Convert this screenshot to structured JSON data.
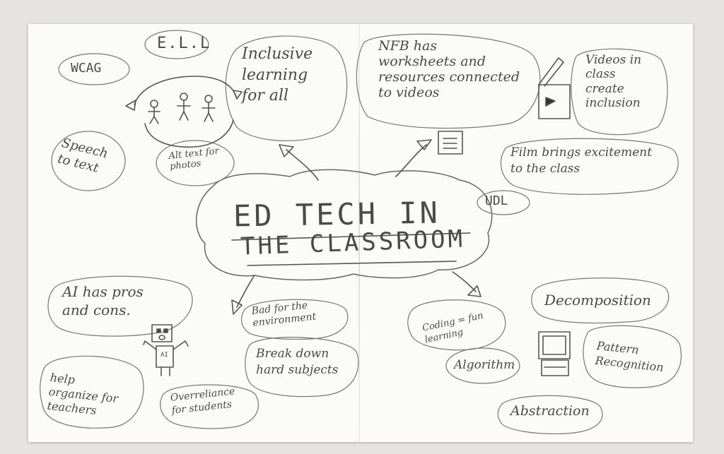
{
  "central_topic": {
    "line1": "ED TECH IN",
    "line2": "THE CLASSROOM"
  },
  "notes": {
    "wcag": "WCAG",
    "ell": "E.L.L",
    "inclusive": "Inclusive\nlearning\nfor all",
    "speech": "Speech\nto text",
    "alt_text": "Alt text for\nphotos",
    "nfb": "NFB has\nworksheets and\nresources connected\nto videos",
    "videos": "Videos in\nclass\ncreate\ninclusion",
    "film": "Film brings excitement\nto the class",
    "udl": "UDL",
    "ai_pros": "AI has pros\nand cons.",
    "help": "help\norganize for\nteachers",
    "overreliance": "Overreliance\nfor students",
    "environment": "Bad for the\nenvironment",
    "break_down": "Break down\nhard subjects",
    "coding": "Coding = fun\nlearning",
    "decomposition": "Decomposition",
    "algorithm": "Algorithm",
    "pattern": "Pattern\nRecognition",
    "abstraction": "Abstraction",
    "robot_chest": "AI"
  },
  "colors": {
    "pencil": "#555555",
    "paper": "#fbfbfa",
    "background": "#e6e4e0"
  }
}
